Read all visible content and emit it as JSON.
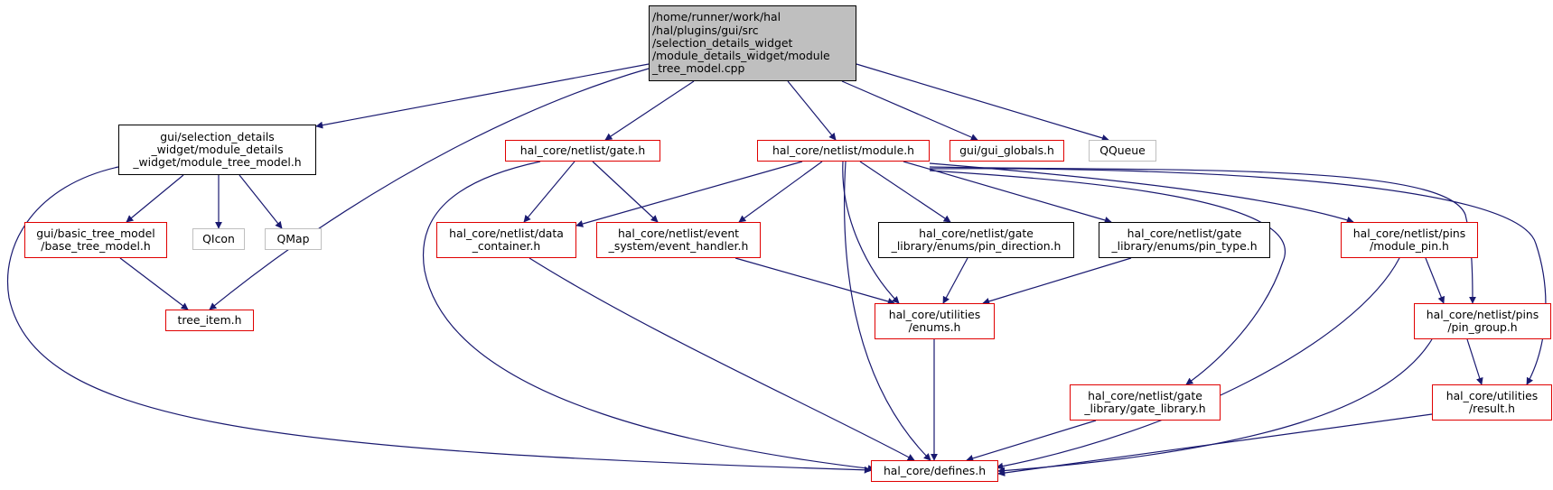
{
  "colors": {
    "edge": "#191970",
    "root_fill": "#bfbfbf",
    "red_border": "#e00000",
    "black_border": "#000000",
    "gray_border": "#bfbfbf"
  },
  "nodes": {
    "root": "/home/runner/work/hal\n/hal/plugins/gui/src\n/selection_details_widget\n/module_details_widget/module\n_tree_model.cpp",
    "module_tree_model_h": "gui/selection_details\n_widget/module_details\n_widget/module_tree_model.h",
    "gate_h": "hal_core/netlist/gate.h",
    "module_h": "hal_core/netlist/module.h",
    "gui_globals_h": "gui/gui_globals.h",
    "qqueue": "QQueue",
    "base_tree_model_h": "gui/basic_tree_model\n/base_tree_model.h",
    "qicon": "QIcon",
    "qmap": "QMap",
    "data_container_h": "hal_core/netlist/data\n_container.h",
    "event_handler_h": "hal_core/netlist/event\n_system/event_handler.h",
    "pin_direction_h": "hal_core/netlist/gate\n_library/enums/pin_direction.h",
    "pin_type_h": "hal_core/netlist/gate\n_library/enums/pin_type.h",
    "module_pin_h": "hal_core/netlist/pins\n/module_pin.h",
    "tree_item_h": "tree_item.h",
    "enums_h": "hal_core/utilities\n/enums.h",
    "pin_group_h": "hal_core/netlist/pins\n/pin_group.h",
    "gate_library_h": "hal_core/netlist/gate\n_library/gate_library.h",
    "result_h": "hal_core/utilities\n/result.h",
    "defines_h": "hal_core/defines.h"
  }
}
